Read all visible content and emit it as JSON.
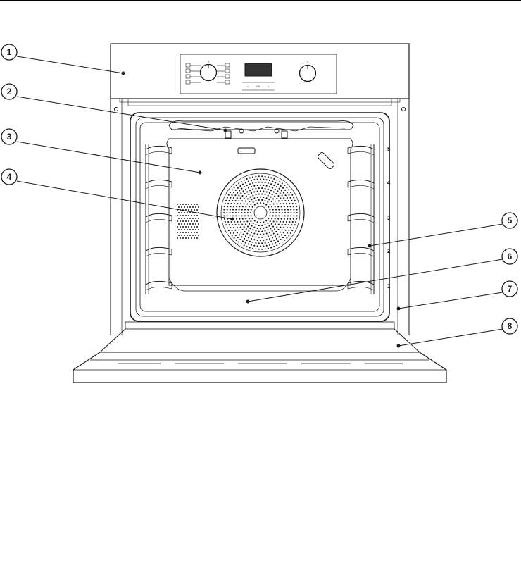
{
  "callouts": [
    {
      "number": "1",
      "part": "control-panel"
    },
    {
      "number": "2",
      "part": "heating-element"
    },
    {
      "number": "3",
      "part": "oven-interior"
    },
    {
      "number": "4",
      "part": "fan-cover"
    },
    {
      "number": "5",
      "part": "side-runners"
    },
    {
      "number": "6",
      "part": "oven-floor"
    },
    {
      "number": "7",
      "part": "front-frame"
    },
    {
      "number": "8",
      "part": "oven-door"
    }
  ],
  "shelf_levels": [
    "1",
    "2",
    "3",
    "4",
    "5"
  ],
  "control_panel": {
    "navigation": [
      "<",
      "OK",
      ">"
    ]
  },
  "colors": {
    "line": "#1a1a1a",
    "display": "#333333",
    "background": "#ffffff"
  }
}
